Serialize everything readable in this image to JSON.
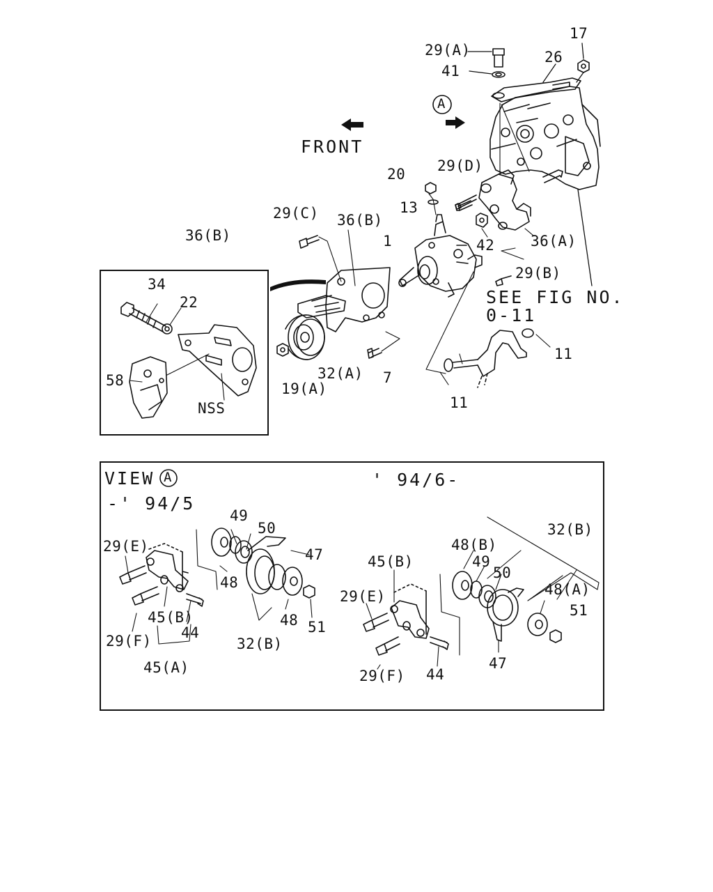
{
  "colors": {
    "ink": "#111111",
    "paper": "#ffffff"
  },
  "main": {
    "front": "FRONT",
    "view_mark": "A",
    "see_fig_1": "SEE FIG NO.",
    "see_fig_2": "0-11",
    "labels": {
      "p17": "17",
      "p29a": "29(A)",
      "p26": "26",
      "p41": "41",
      "p20": "20",
      "p29d": "29(D)",
      "p13": "13",
      "p29c": "29(C)",
      "p36b": "36(B)",
      "p1": "1",
      "p42": "42",
      "p36a": "36(A)",
      "p29b": "29(B)",
      "p11a": "11",
      "p11b": "11",
      "p32a": "32(A)",
      "p7": "7",
      "p19a": "19(A)"
    }
  },
  "inset": {
    "title": "36(B)",
    "labels": {
      "p34": "34",
      "p22": "22",
      "p58": "58",
      "nss": "NSS"
    }
  },
  "view_a": {
    "title": "VIEW",
    "title_mark": "A",
    "period_left": "-' 94/5",
    "period_right": "' 94/6-",
    "left": {
      "p29e": "29(E)",
      "p29f": "29(F)",
      "p45b": "45(B)",
      "p44": "44",
      "p45a": "45(A)",
      "p49": "49",
      "p50": "50",
      "p47": "47",
      "p48a": "48",
      "p48b": "48",
      "p51": "51",
      "p32b": "32(B)"
    },
    "right": {
      "p45b": "45(B)",
      "p29e": "29(E)",
      "p29f": "29(F)",
      "p44": "44",
      "p48b": "48(B)",
      "p49": "49",
      "p50": "50",
      "p32b": "32(B)",
      "p48a": "48(A)",
      "p51": "51",
      "p47": "47"
    }
  }
}
